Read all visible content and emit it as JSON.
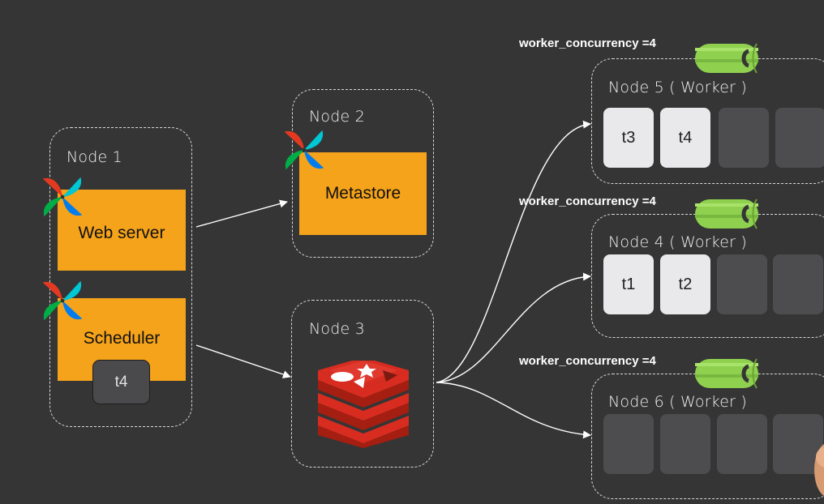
{
  "nodes": {
    "node1": {
      "label": "Node 1"
    },
    "node2": {
      "label": "Node 2"
    },
    "node3": {
      "label": "Node 3"
    },
    "node4": {
      "label": "Node 4 ( Worker )",
      "concurrency": "worker_concurrency =4",
      "tasks": [
        "t1",
        "t2",
        "",
        ""
      ]
    },
    "node5": {
      "label": "Node 5 ( Worker )",
      "concurrency": "worker_concurrency =4",
      "tasks": [
        "t3",
        "t4",
        "",
        ""
      ]
    },
    "node6": {
      "label": "Node 6 ( Worker )",
      "concurrency": "worker_concurrency =4",
      "tasks": [
        "",
        "",
        "",
        ""
      ]
    }
  },
  "services": {
    "web_server": "Web server",
    "scheduler": "Scheduler",
    "scheduler_task": "t4",
    "metastore": "Metastore"
  },
  "icons": {
    "airflow": "airflow-pinwheel-icon",
    "redis": "redis-icon",
    "celery": "celery-icon"
  },
  "colors": {
    "background": "#353535",
    "service": "#f5a31a",
    "slot_filled": "#e9e9ec",
    "slot_empty": "#4d4d4f",
    "redis": "#d82c20",
    "celery": "#8fd14f"
  }
}
